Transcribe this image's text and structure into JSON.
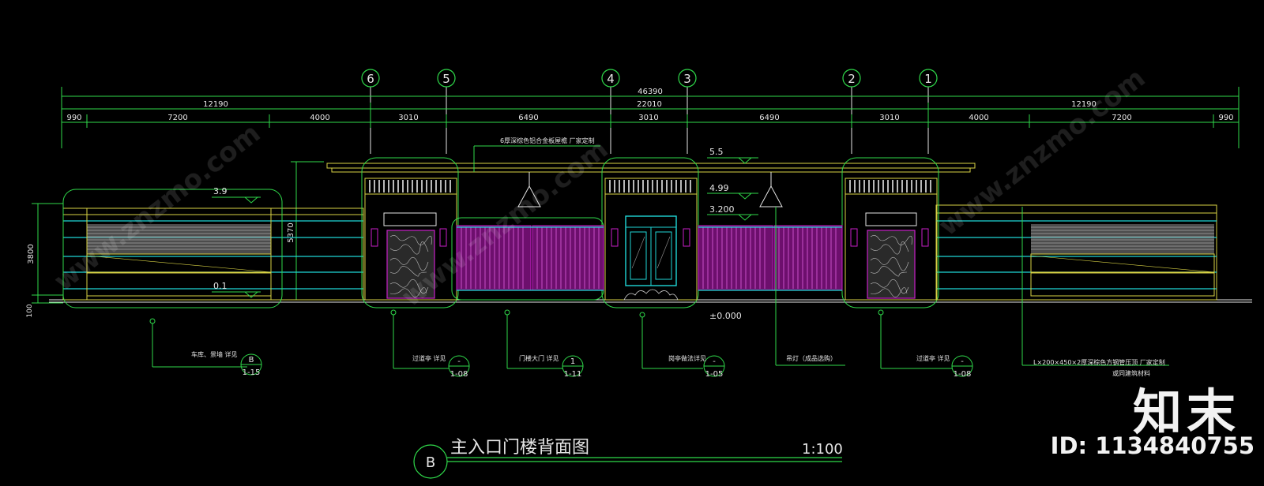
{
  "drawing": {
    "axes": [
      "6",
      "5",
      "4",
      "3",
      "2",
      "1"
    ],
    "dims": {
      "total": "46390",
      "left_part": "12190",
      "center_part": "22010",
      "right_part": "12190",
      "seg": [
        "990",
        "7200",
        "4000",
        "3010",
        "6490",
        "3010",
        "6490",
        "3010",
        "4000",
        "7200",
        "990"
      ]
    },
    "heights": {
      "left_height": "3800",
      "base_height": "100",
      "gate_height": "5370"
    },
    "levels": {
      "top": "5.5",
      "l499": "4.99",
      "l3200": "3.200",
      "l39": "3.9",
      "l01": "0.1",
      "zero": "±0.000"
    },
    "notes": {
      "roof": "6厚深棕色铝合金板屋檐 厂家定制",
      "garage": "车库、景墙 详见",
      "pavilion_l": "过道亭 详见",
      "gate": "门楼大门 详见",
      "guard": "岗亭做法详见",
      "lamp": "吊灯（成品选购）",
      "pavilion_r": "过道亭 详见",
      "right1": "L×200×450×2厚深棕色方钢管压顶 厂家定制",
      "right2": "或同建筑材料"
    },
    "callouts": [
      {
        "top": "B",
        "bottom": "1-15"
      },
      {
        "top": "-",
        "bottom": "1-08"
      },
      {
        "top": "1",
        "bottom": "1-11"
      },
      {
        "top": "-",
        "bottom": "1-05"
      },
      {
        "top": "-",
        "bottom": "1-08"
      }
    ],
    "title": "主入口门楼背面图",
    "title_letter": "B",
    "scale": "1:100"
  },
  "watermark": {
    "site": "www.znzmo.com",
    "brand_name": "知末",
    "id_text": "ID: 1134840755"
  },
  "colors": {
    "green": "#2fd94a",
    "yellow": "#d8d244",
    "cyan": "#1fd6d6",
    "magenta": "#c81ec8",
    "white": "#e6e6e6"
  }
}
